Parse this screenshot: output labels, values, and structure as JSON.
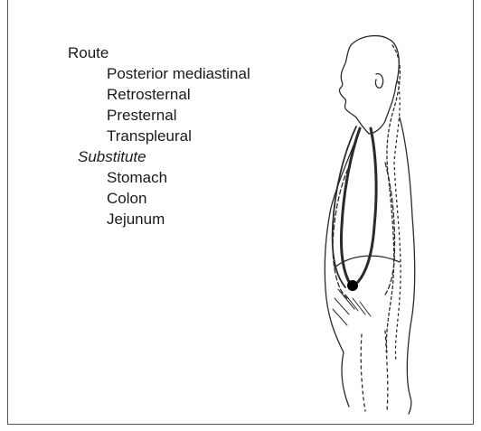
{
  "legend": {
    "route_heading": "Route",
    "route_items": [
      "Posterior mediastinal",
      "Retrosternal",
      "Presternal",
      "Transpleural"
    ],
    "substitute_heading": "Substitute",
    "substitute_items": [
      "Stomach",
      "Colon",
      "Jejunum"
    ]
  },
  "illustration": {
    "subject": "human-torso-side-profile-line-drawing",
    "stroke_color": "#2a2a2a",
    "organ_marker_color": "#000000"
  }
}
